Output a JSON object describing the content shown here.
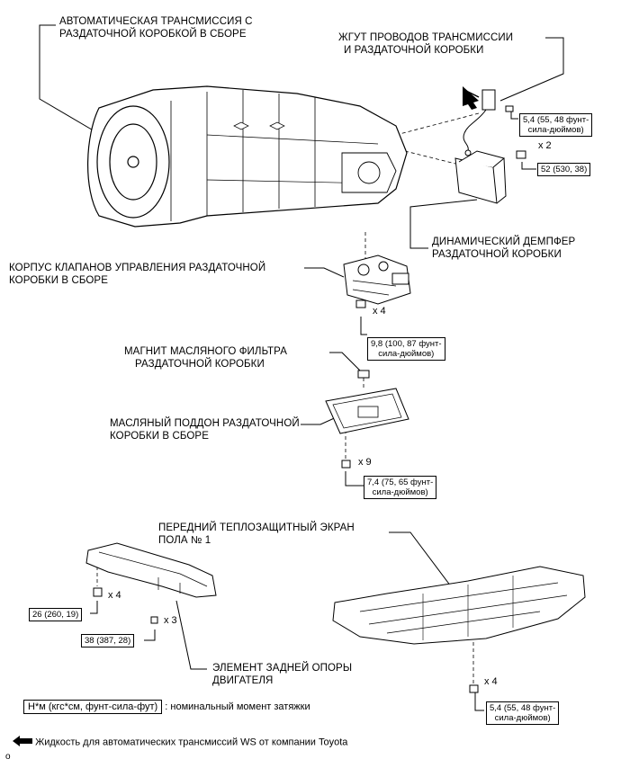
{
  "labels": {
    "transmission": [
      "АВТОМАТИЧЕСКАЯ ТРАНСМИССИЯ С",
      "РАЗДАТОЧНОЙ КОРОБКОЙ В СБОРЕ"
    ],
    "harness": [
      "ЖГУТ ПРОВОДОВ ТРАНСМИССИИ",
      "И РАЗДАТОЧНОЙ КОРОБКИ"
    ],
    "damper": [
      "ДИНАМИЧЕСКИЙ ДЕМПФЕР",
      "РАЗДАТОЧНОЙ КОРОБКИ"
    ],
    "valve_body": [
      "КОРПУС КЛАПАНОВ УПРАВЛЕНИЯ РАЗДАТОЧНОЙ",
      "КОРОБКИ В СБОРЕ"
    ],
    "magnet": [
      "МАГНИТ МАСЛЯНОГО ФИЛЬТРА",
      "РАЗДАТОЧНОЙ КОРОБКИ"
    ],
    "oil_pan": [
      "МАСЛЯНЫЙ ПОДДОН РАЗДАТОЧНОЙ",
      "КОРОБКИ В СБОРЕ"
    ],
    "heat_shield": [
      "ПЕРЕДНИЙ ТЕПЛОЗАЩИТНЫЙ ЭКРАН",
      "ПОЛА № 1"
    ],
    "rear_mount": [
      "ЭЛЕМЕНТ ЗАДНЕЙ ОПОРЫ",
      "ДВИГАТЕЛЯ"
    ]
  },
  "torque": {
    "harness_bolt": [
      "5,4 (55, 48 фунт-",
      "сила-дюймов)"
    ],
    "damper_bolt": [
      "52 (530, 38)"
    ],
    "valve_bolt": [
      "9,8 (100, 87 фунт-",
      "сила-дюймов)"
    ],
    "pan_bolt": [
      "7,4 (75, 65 фунт-",
      "сила-дюймов)"
    ],
    "mount_bolt": [
      "26 (260, 19)"
    ],
    "mount_nut": [
      "38 (387, 28)"
    ],
    "shield_bolt": [
      "5,4 (55, 48 фунт-",
      "сила-дюймов)"
    ]
  },
  "quantities": {
    "damper": "x 2",
    "valve": "x 4",
    "pan": "x 9",
    "mount_bolt": "x 4",
    "mount_nut": "x 3",
    "shield": "x 4"
  },
  "legend": {
    "torque_unit": "Н*м (кгс*см, фунт-сила-фут)",
    "torque_desc": ": номинальный момент затяжки",
    "fluid": "Жидкость для автоматических трансмиссий WS от компании Toyota",
    "corner_mark": "o"
  }
}
